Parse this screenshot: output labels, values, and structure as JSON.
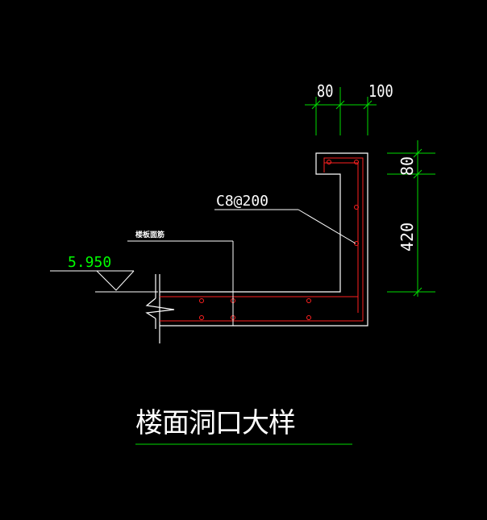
{
  "drawing": {
    "title": "楼面洞口大样",
    "small_note": "楼板面筋",
    "elevation": "5.950",
    "rebar_spec": "C8@200",
    "dims_top": [
      "80",
      "100"
    ],
    "dims_right": [
      "80",
      "420"
    ]
  },
  "colors": {
    "background": "#000000",
    "lines": "#ffffff",
    "dimension": "#00ff00",
    "rebar": "#ff2020",
    "elevation_text": "#00ff00"
  }
}
